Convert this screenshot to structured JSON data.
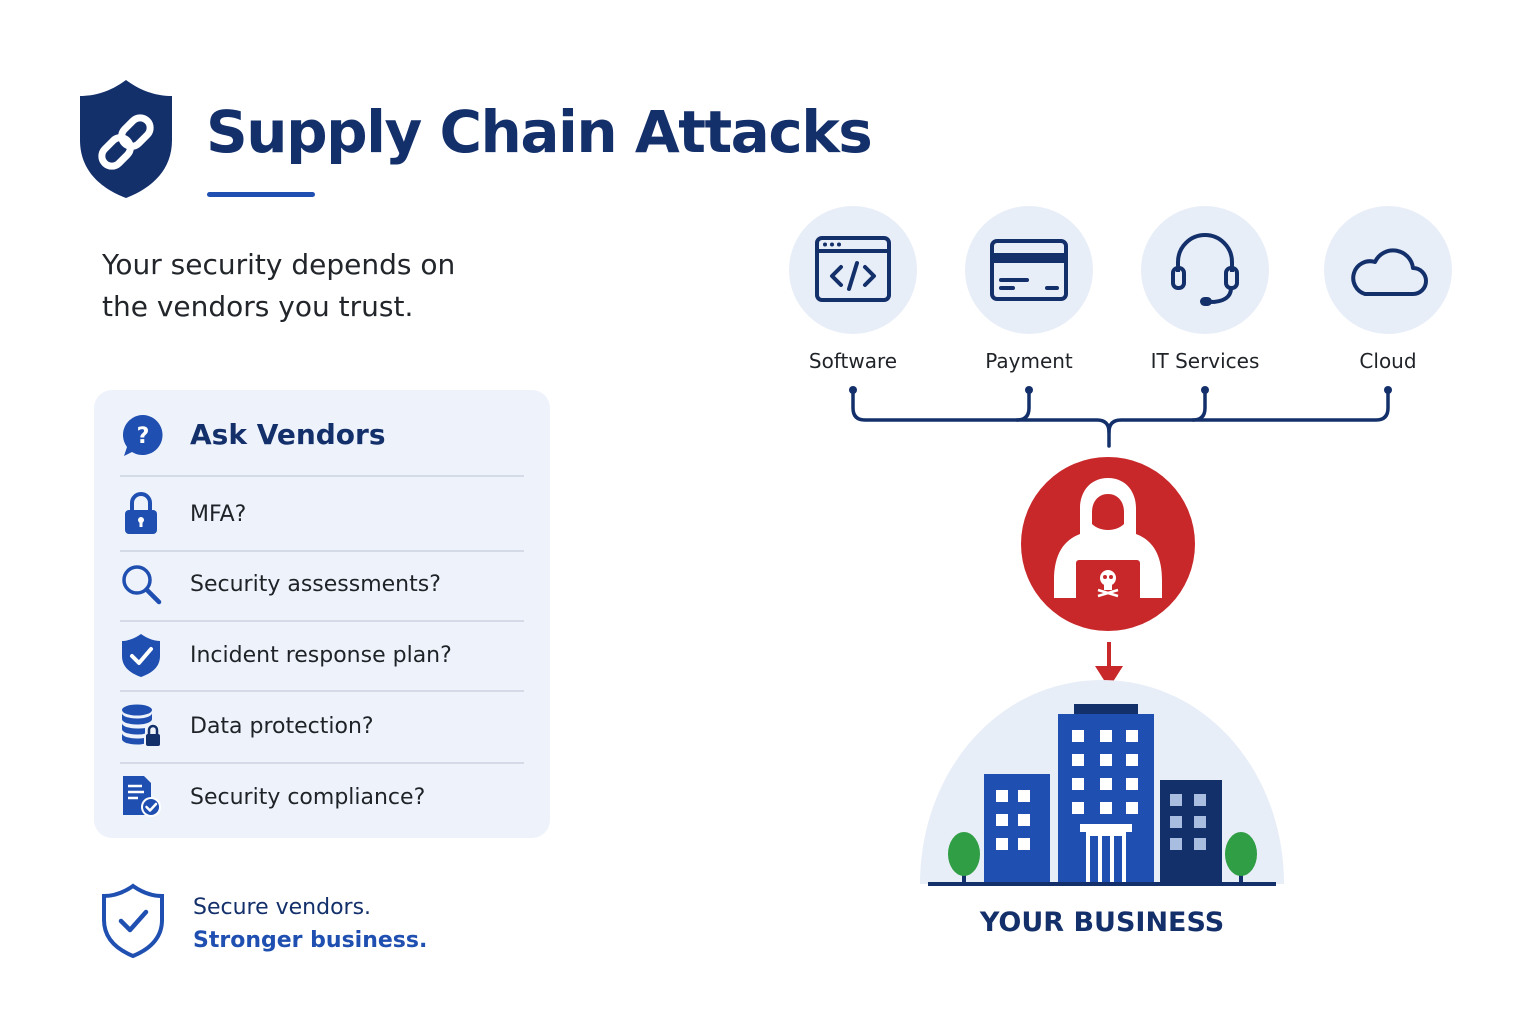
{
  "header": {
    "title": "Supply Chain Attacks",
    "subtitle_line1": "Your security depends on",
    "subtitle_line2": "the vendors you trust."
  },
  "ask_vendors": {
    "title": "Ask Vendors",
    "questions": [
      {
        "label": "MFA?",
        "icon": "padlock-icon"
      },
      {
        "label": "Security assessments?",
        "icon": "magnifier-icon"
      },
      {
        "label": "Incident response plan?",
        "icon": "shield-check-icon"
      },
      {
        "label": "Data protection?",
        "icon": "database-lock-icon"
      },
      {
        "label": "Security compliance?",
        "icon": "document-check-icon"
      }
    ]
  },
  "footer": {
    "line1": "Secure vendors.",
    "line2": "Stronger business."
  },
  "diagram": {
    "vendors": [
      {
        "label": "Software",
        "icon": "code-window-icon"
      },
      {
        "label": "Payment",
        "icon": "credit-card-icon"
      },
      {
        "label": "IT Services",
        "icon": "headset-icon"
      },
      {
        "label": "Cloud",
        "icon": "cloud-icon"
      }
    ],
    "attacker_icon": "hooded-hacker-icon",
    "target_label": "YOUR BUSINESS"
  },
  "colors": {
    "navy": "#14306b",
    "blue": "#1f4fb0",
    "danger_red": "#c8282a",
    "light_blue": "#e8eef8",
    "tree_green": "#2f9e44"
  }
}
